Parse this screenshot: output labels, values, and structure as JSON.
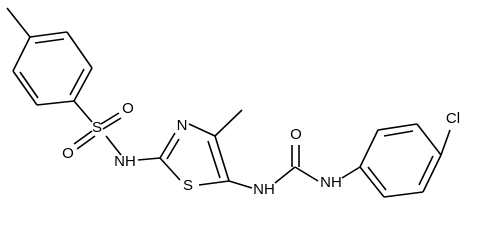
{
  "structure": {
    "atoms": {
      "o_tosyl_1": "O",
      "s_sulfonyl": "S",
      "o_tosyl_2": "O",
      "n_sulfonamide": "NH",
      "n_thiazole": "N",
      "s_thiazole": "S",
      "n_urea_1": "NH",
      "o_urea": "O",
      "n_urea_2": "NH",
      "cl": "Cl"
    }
  }
}
